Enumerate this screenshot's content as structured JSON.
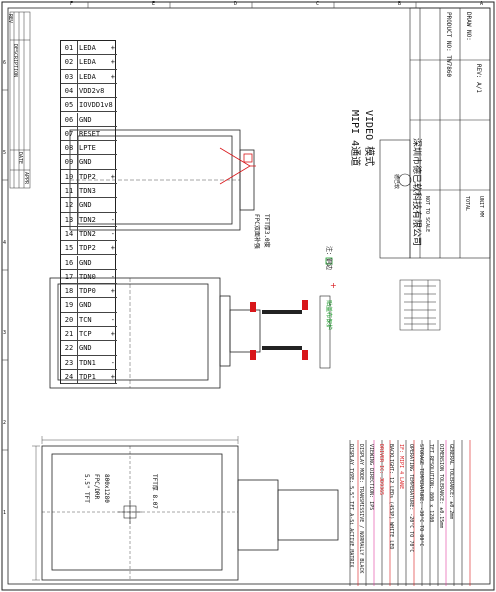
{
  "pins": [
    {
      "no": "01",
      "name": "LEDA",
      "sym": "+"
    },
    {
      "no": "02",
      "name": "LEDA",
      "sym": "+"
    },
    {
      "no": "03",
      "name": "LEDA",
      "sym": "+"
    },
    {
      "no": "04",
      "name": "VDD2v8",
      "sym": ""
    },
    {
      "no": "05",
      "name": "IOVDD1v8",
      "sym": ""
    },
    {
      "no": "06",
      "name": "GND",
      "sym": ""
    },
    {
      "no": "07",
      "name": "RESET",
      "sym": ""
    },
    {
      "no": "08",
      "name": "LPTE",
      "sym": ""
    },
    {
      "no": "09",
      "name": "GND",
      "sym": ""
    },
    {
      "no": "10",
      "name": "TDP2",
      "sym": "+"
    },
    {
      "no": "11",
      "name": "TDN3",
      "sym": ""
    },
    {
      "no": "12",
      "name": "GND",
      "sym": ""
    },
    {
      "no": "13",
      "name": "TDN2",
      "sym": "-"
    },
    {
      "no": "14",
      "name": "TDN2",
      "sym": "-"
    },
    {
      "no": "15",
      "name": "TDP2",
      "sym": "+"
    },
    {
      "no": "16",
      "name": "GND",
      "sym": ""
    },
    {
      "no": "17",
      "name": "TDN0",
      "sym": "-"
    },
    {
      "no": "18",
      "name": "TDP0",
      "sym": "+"
    },
    {
      "no": "19",
      "name": "GND",
      "sym": ""
    },
    {
      "no": "20",
      "name": "TCN",
      "sym": "-"
    },
    {
      "no": "21",
      "name": "TCP",
      "sym": "+"
    },
    {
      "no": "22",
      "name": "GND",
      "sym": ""
    },
    {
      "no": "23",
      "name": "TDN1",
      "sym": "-"
    },
    {
      "no": "24",
      "name": "TDP1",
      "sym": "+"
    }
  ],
  "grid": {
    "rows": [
      "F",
      "E",
      "D",
      "C",
      "B",
      "A"
    ],
    "cols": [
      "6",
      "5",
      "4",
      "3",
      "2",
      "1"
    ]
  },
  "notes_top": {
    "note": "注：铜边",
    "mark": "+",
    "checkbox_label": "贴盖布保护"
  },
  "interface": {
    "line1": "MIPI 4通道",
    "line2": "VIDEO 模式"
  },
  "company": {
    "name": "深圳市德已软科技有限公司",
    "logo_text": "德已软"
  },
  "product": {
    "label": "PRODUCT NO:",
    "value": "TW7860",
    "drawing_no_label": "DRAW NO:",
    "rev_label": "REV:",
    "rev_value": "A/1",
    "sheet_label": "TOTAL",
    "scale_label": "NOT TO SCALE",
    "unit_label": "UNIT MM"
  },
  "drawing_labels": {
    "fpc_note": "FPC双面补强",
    "fpc_sub": "TFT厚3.0度",
    "model_a": "FPC/DRR",
    "model_b": "800x1280",
    "model_c": "5.5\" TFT",
    "tp_label": "TFT厚",
    "tp_value": "8.07"
  },
  "specs": [
    "DISPLAY TYPE: 5.5\" TFT A-Si ACTIVE MATRIX",
    "DISPLAY MODE: TRANSMISSIVE / NORMALLY BLACK",
    "VIEWING DIRECTION: IPS",
    "DRIVER IC: JD9365",
    "BACKLIGHT: 12 LEDs (4S3P) WHITE LED",
    "IF: MIPI 4 LANE",
    "OPERATING TEMPERATURE: -20°C TO 70°C",
    "STORAGE TEMPERATURE: -30°C TO 80°C",
    "TFT RESOLUTION: 800 x 1280",
    "DIMENSION TOLERANCE: ±0.15mm",
    "GENERAL TOLERANCE: ±0.2mm"
  ],
  "revision_header": {
    "rev": "REV",
    "desc": "DESCRIPTION",
    "date": "DATE",
    "appr": "APPR"
  },
  "colors": {
    "accent_red": "#d8161a",
    "accent_green": "#1a9b2a",
    "accent_pink": "#e23aa0",
    "line": "#222222"
  }
}
